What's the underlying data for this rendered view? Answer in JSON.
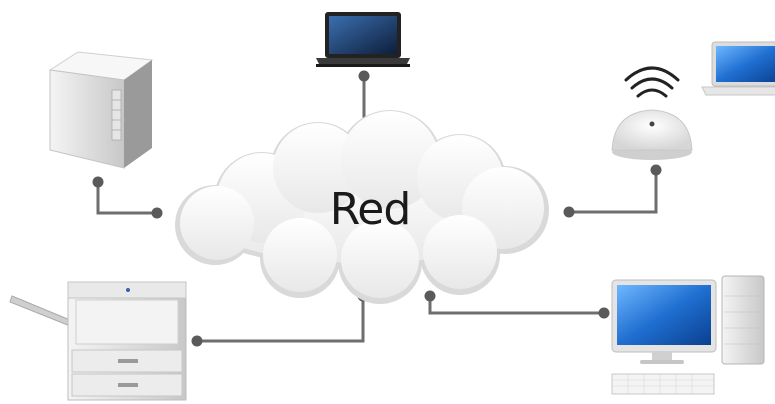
{
  "network": {
    "label": "Red",
    "devices": [
      {
        "id": "server",
        "icon": "tower-server-icon"
      },
      {
        "id": "laptop-top",
        "icon": "laptop-icon"
      },
      {
        "id": "wifi-router",
        "icon": "wifi-router-icon"
      },
      {
        "id": "laptop-wireless",
        "icon": "laptop-icon"
      },
      {
        "id": "printer",
        "icon": "printer-icon"
      },
      {
        "id": "desktop",
        "icon": "desktop-computer-icon"
      }
    ],
    "colors": {
      "connector": "#6e6e6e",
      "cloud": "#f3f3f3",
      "screen": "#1f6fd1"
    }
  }
}
